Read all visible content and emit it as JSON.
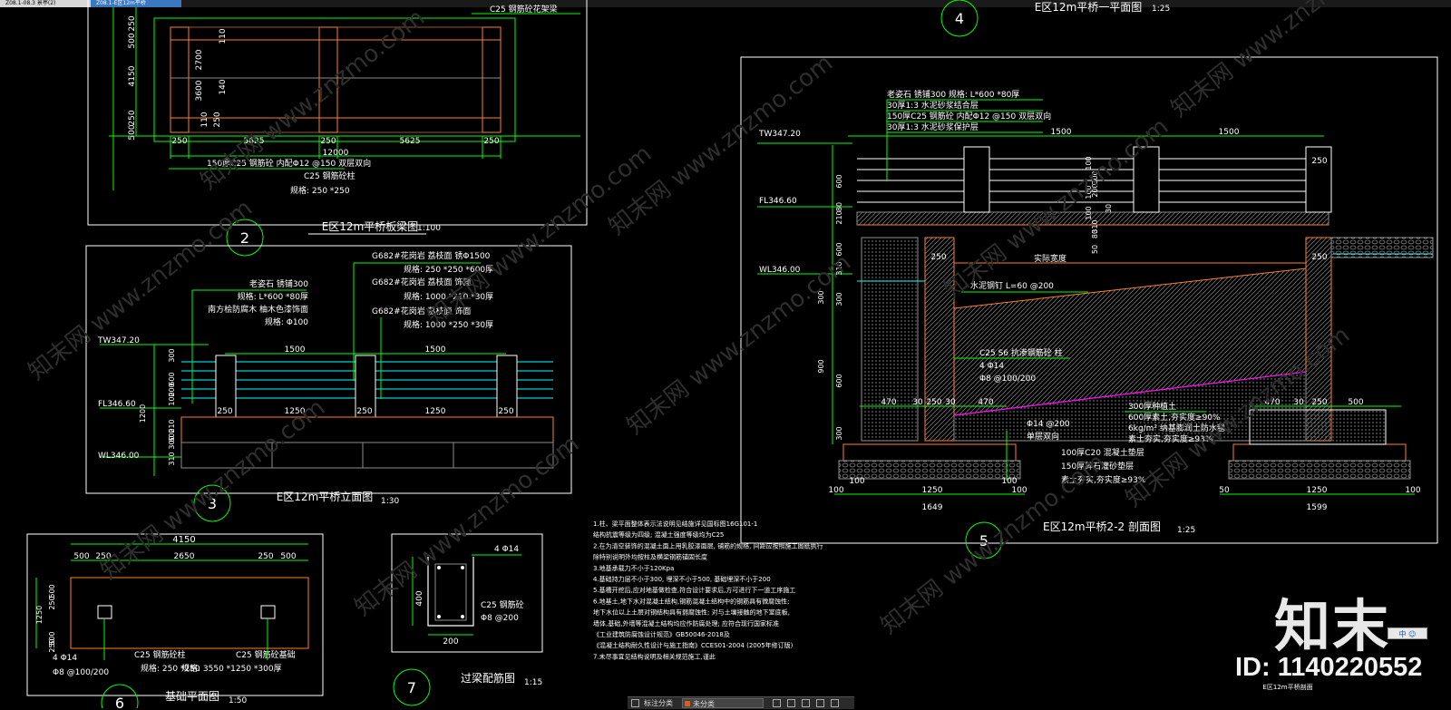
{
  "tabs": [
    {
      "label": "Z08.1-08.3 景亭(2)",
      "active": false
    },
    {
      "label": "Z08.1-E区12m平桥",
      "active": true
    }
  ],
  "colors": {
    "green": "#00ff00",
    "white": "#ffffff",
    "orange": "#ff7f27",
    "brown": "#a0522d",
    "cyan": "#00ffff",
    "magenta": "#ff00ff",
    "gray": "#8c8c8c",
    "yellow": "#ffff00",
    "frame": "#ffffff",
    "background": "#000000"
  },
  "drawings": {
    "d2": {
      "number": "2",
      "title": "E区12m平桥板梁图",
      "scale": "1:100",
      "top_note": "C25 钢筋砼花架梁",
      "dims_bottom": [
        "250",
        "5625",
        "250",
        "5625",
        "250"
      ],
      "total": "12000",
      "dims_left": [
        "250",
        "500",
        "4150",
        "250",
        "500"
      ],
      "dims_mid": [
        "3600",
        "2700",
        "140",
        "110",
        "110",
        "250"
      ],
      "notes": [
        "150厚C25 钢筋砼  内配Φ12 @150 双层双向",
        "C25 钢筋砼柱",
        "规格: 250 *250"
      ]
    },
    "d3": {
      "number": "3",
      "title": "E区12m平桥立面图",
      "scale": "1:30",
      "notes_left": [
        "老姿石  锈铺300",
        "规格: L*600 *80厚",
        "南方桧防腐木  柚木色漆饰面",
        "规格: Φ100"
      ],
      "notes_right": [
        "G682#花岗岩  荔枝面  锈Φ1500",
        "规格: 250 *250 *600厚",
        "G682#花岗岩  荔枝面  饰面",
        "规格: 1000 *210 *30厚",
        "G682#花岗岩  荔枝面  饰面",
        "规格: 1000 *250 *30厚"
      ],
      "levels": [
        "TW347.20",
        "FL346.60",
        "WL346.00"
      ],
      "dims_top": [
        "1500",
        "1500"
      ],
      "dims_mid": [
        "250",
        "1250",
        "250",
        "1250",
        "250"
      ],
      "dims_left": [
        "300",
        "600",
        "200",
        "100",
        "600",
        "1200",
        "210",
        "300",
        "310"
      ]
    },
    "d4": {
      "number": "4",
      "title": "E区12m平桥一平面图",
      "scale": "1:25"
    },
    "d5": {
      "number": "5",
      "title": "E区12m平桥2-2 剖面图",
      "scale": "1:25",
      "notes_top": [
        "老姿石  锈铺300  规格: L*600 *80厚",
        "30厚1:3 水泥砂浆结合层",
        "150厚C25 钢筋砼  内配Φ12 @150 双层双向",
        "30厚1:3 水泥砂浆保护层"
      ],
      "levels": [
        "TW347.20",
        "FL346.60",
        "WL346.00"
      ],
      "dims_top": [
        "1500",
        "1500"
      ],
      "notes_mid": [
        "水泥钢钉 L=60 @200",
        "C25  S6 抗渗钢筋砼  柱",
        "4 Φ14",
        "Φ8 @100/200",
        "实际宽度"
      ],
      "notes_right": [
        "300厚种植土",
        "600厚素土,夯实度≥90%",
        "6kg/m²  纳基膨润土防水毯",
        "素土夯实,夯实度≥93%"
      ],
      "notes_bottom": [
        "Φ14 @200",
        "单层双向",
        "100厚C20 混凝土垫层",
        "150厚碎石灌砂垫层",
        "素土夯实,夯实度≥93%"
      ],
      "dims_bottom_left": [
        "100",
        "1250",
        "100",
        "1649"
      ],
      "dims_bottom_right": [
        "50",
        "1250",
        "100",
        "1599"
      ],
      "dims_mid_left": [
        "470",
        "30",
        "250",
        "30",
        "470"
      ],
      "dims_mid_right": [
        "470",
        "30",
        "250",
        "500"
      ],
      "dims_left": [
        "600",
        "210",
        "80",
        "600",
        "310",
        "300",
        "300",
        "900",
        "600",
        "300"
      ],
      "dims_col": [
        "250",
        "100",
        "200",
        "100",
        "200",
        "100",
        "310",
        "50",
        "80",
        "30",
        "250",
        "250"
      ]
    },
    "d6": {
      "number": "6",
      "title": "基础平面图",
      "scale": "1:50",
      "total": "4150",
      "dims_top": [
        "500",
        "250",
        "2650",
        "250",
        "500"
      ],
      "dims_left": [
        "500",
        "250",
        "1250",
        "500",
        "250"
      ],
      "notes": [
        "4 Φ14",
        "Φ8 @100/200",
        "C25 钢筋砼柱",
        "规格: 250 *250",
        "C25 钢筋砼基础",
        "规格: 3550 *1250 *300厚"
      ]
    },
    "d7": {
      "number": "7",
      "title": "过梁配筋图",
      "scale": "1:15",
      "notes": [
        "4 Φ14",
        "C25 钢筋砼",
        "Φ8 @200"
      ],
      "dims": [
        "400",
        "200"
      ]
    }
  },
  "general_notes": [
    "1.柱、梁平面整体表示法说明见结施详见国标图16G101-1",
    "   结构抗震等级为四级; 混凝土强度等级均为C25",
    "2.在为清空装饰的混凝土面上用乳胶漆面层, 铺筋的规格, 间距应按照施工图纸执行",
    "   除特别说明外均按柱及横梁钢筋锚固长度",
    "3.地基承载力不小于120Kpa",
    "4.基础持力层不小于300, 埋深不小于500, 基础埋深不小于200",
    "5.基槽开挖后,应对地基做检查,符合设计要求后,方可进行下一道工序施工",
    "6.地基土,地下水对混凝土结构,钢筋混凝土结构中的钢筋具有微腐蚀性;",
    "   地下水位以上土层对钢结构具有弱腐蚀性; 对与土壤接触的地下室底板,",
    "   墙体,基础,外墙等混凝土结构均应作防腐处理; 应符合现行国家标准",
    "   《工业建筑防腐蚀设计规范》GB50046-2018及",
    "   《混凝土结构耐久性设计与施工指南》CCES01-2004 (2005年修订版)",
    "7.未尽事宜见结构说明及相关规范施工,谨此"
  ],
  "watermarks": [
    "知末网 www.znzmo.com"
  ],
  "brand": {
    "logo": "知末",
    "id": "ID: 1140220552"
  },
  "ime_indicator": "中 ☺",
  "small_caption": "E区12m平桥剖面",
  "status": {
    "label": "标注分类",
    "value": "未分类"
  }
}
